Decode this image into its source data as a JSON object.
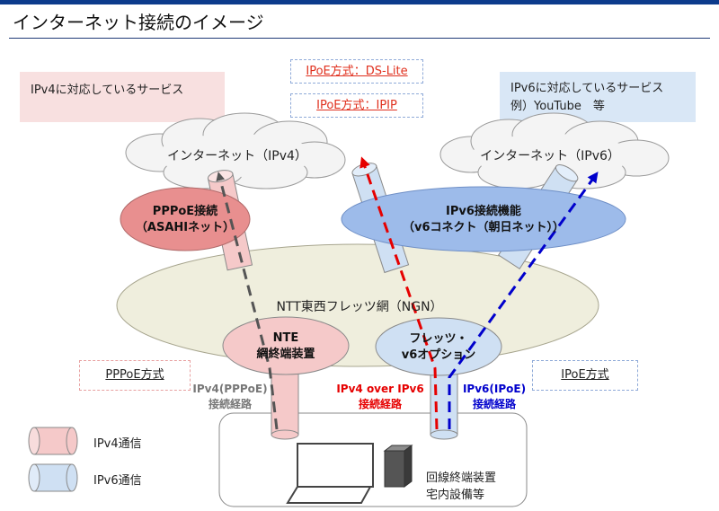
{
  "title": "インターネット接続のイメージ",
  "services": {
    "ipv4": "IPv4に対応しているサービス",
    "ipv6_line1": "IPv6に対応しているサービス",
    "ipv6_line2": "例）YouTube　等"
  },
  "methods": {
    "dslite": "IPoE方式：DS-Lite",
    "ipip": "IPoE方式：IPIP",
    "pppoe": "PPPoE方式",
    "ipoe": "IPoE方式"
  },
  "clouds": {
    "ipv4": "インターネット（IPv4）",
    "ipv6": "インターネット（IPv6）"
  },
  "nodes": {
    "pppoe_line1": "PPPoE接続",
    "pppoe_line2": "（ASAHIネット）",
    "ipv6_line1": "IPv6接続機能",
    "ipv6_line2": "（v6コネクト（朝日ネット））",
    "ngn": "NTT東西フレッツ網（NGN）",
    "nte_line1": "NTE",
    "nte_line2": "網終端装置",
    "v6opt_line1": "フレッツ・",
    "v6opt_line2": "v6オプション"
  },
  "routes": {
    "ipv4_line1": "IPv4(PPPoE)",
    "ipv4_line2": "接続経路",
    "over_line1": "IPv4 over IPv6",
    "over_line2": "接続経路",
    "ipv6_line1": "IPv6(IPoE)",
    "ipv6_line2": "接続経路"
  },
  "premises": {
    "line1": "回線終端装置",
    "line2": "宅内設備等"
  },
  "legend": {
    "ipv4": "IPv4通信",
    "ipv6": "IPv6通信"
  },
  "colors": {
    "ipv4_tube": "#f5c9c9",
    "ipv6_tube": "#cfe0f3",
    "pppoe_node": "#e88f8f",
    "ipv6_node": "#9dbbea",
    "ngn": "#efeedd",
    "route_ipv4": "#555555",
    "route_over": "#e60000",
    "route_ipv6": "#0000cc"
  }
}
